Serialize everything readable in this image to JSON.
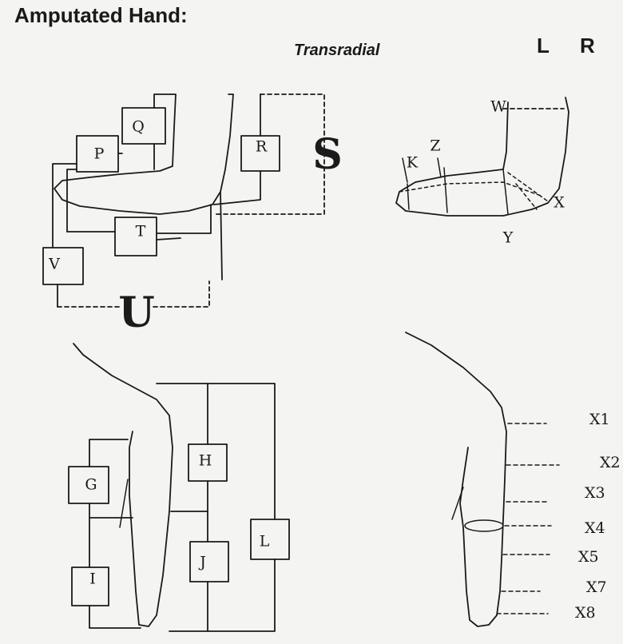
{
  "header": {
    "title": "Amputated Hand:",
    "subtitle": "Transradial",
    "side_left": "L",
    "side_right": "R"
  },
  "palm_diagram": {
    "boxes": {
      "P": "P",
      "Q": "Q",
      "R": "R",
      "T": "T",
      "V": "V"
    },
    "big": {
      "S": "S",
      "U": "U"
    }
  },
  "forearm_side_view": {
    "points": {
      "W": "W",
      "Z": "Z",
      "K": "K",
      "X": "X",
      "Y": "Y"
    }
  },
  "arm_front_view": {
    "boxes": {
      "G": "G",
      "H": "H",
      "I": "I",
      "J": "J",
      "L": "L"
    }
  },
  "arm_profile_view": {
    "levels": [
      "X1",
      "X2",
      "X3",
      "X4",
      "X5",
      "X7",
      "X8"
    ]
  },
  "colors": {
    "ink": "#1a1a1a",
    "paper": "#f4f4f2"
  }
}
